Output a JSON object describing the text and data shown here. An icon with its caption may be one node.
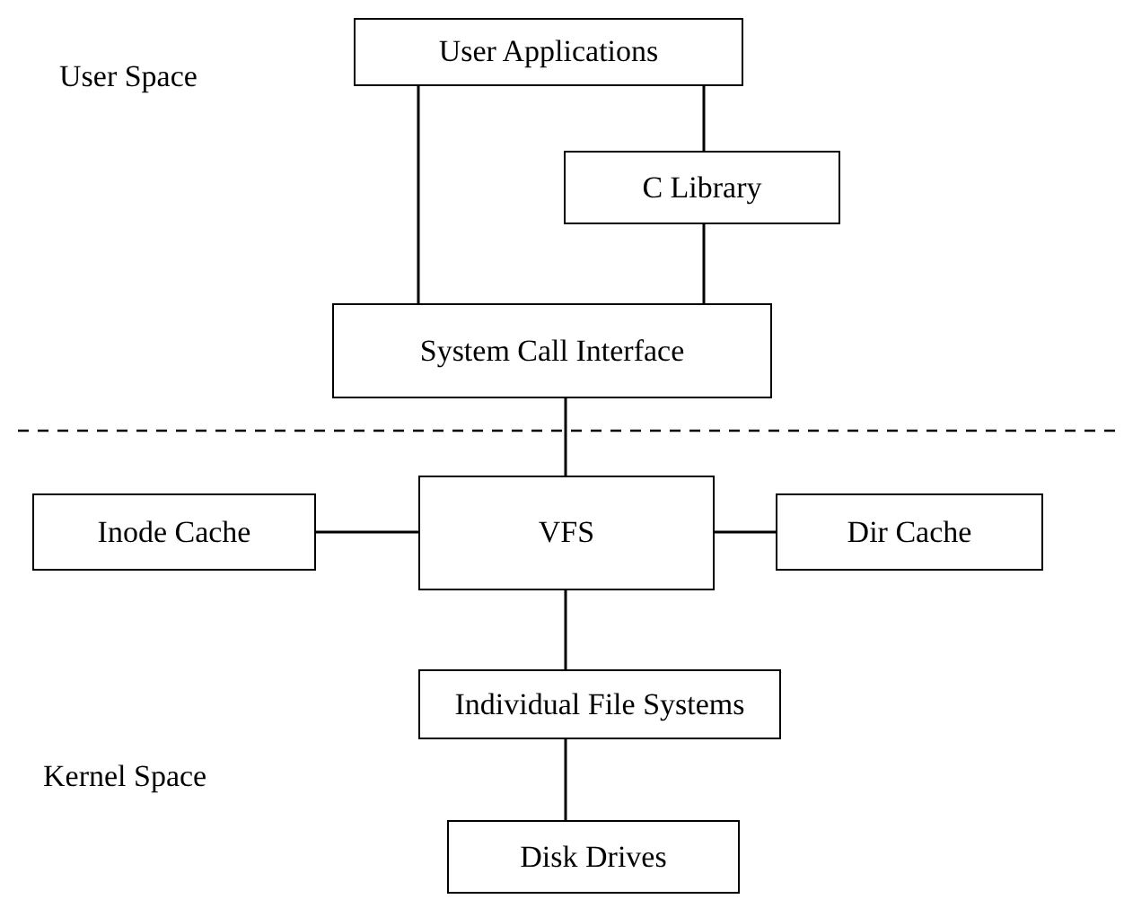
{
  "diagram": {
    "nodes": [
      {
        "text": [
          "User Applications"
        ]
      },
      {
        "text": [
          "C Library"
        ]
      },
      {
        "text": [
          "System Call Interface"
        ]
      },
      {
        "text": [
          "Inode Cache"
        ]
      },
      {
        "text": [
          "VFS"
        ]
      },
      {
        "text": [
          "Dir Cache"
        ]
      },
      {
        "text": [
          "Individual File Systems"
        ]
      },
      {
        "text": [
          "Disk Drives"
        ]
      }
    ],
    "edges": [
      {
        "from": 0,
        "to": 2,
        "arrow": "none"
      },
      {
        "from": 0,
        "to": 1,
        "arrow": "none"
      },
      {
        "from": 1,
        "to": 2,
        "arrow": "none"
      },
      {
        "from": 2,
        "to": 4,
        "arrow": "none"
      },
      {
        "from": 3,
        "to": 4,
        "arrow": "none"
      },
      {
        "from": 4,
        "to": 5,
        "arrow": "none"
      },
      {
        "from": 4,
        "to": 6,
        "arrow": "none"
      },
      {
        "from": 6,
        "to": 7,
        "arrow": "none"
      }
    ],
    "labels": [
      "User Space",
      "Kernel Space"
    ]
  }
}
